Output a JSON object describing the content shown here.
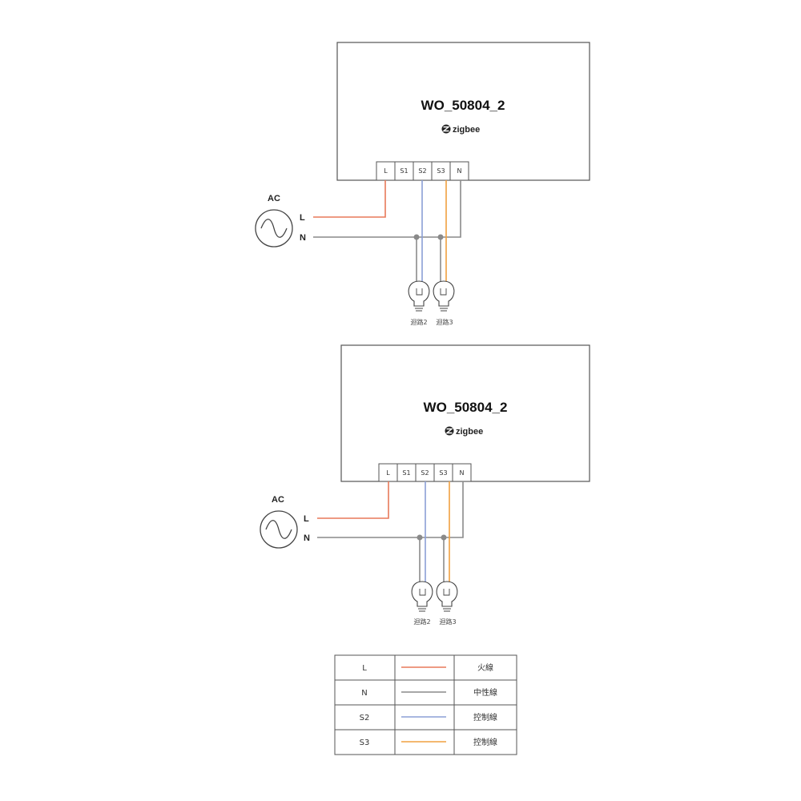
{
  "diagrams": [
    {
      "device_name": "WO_50804_2",
      "brand_label": "zigbee",
      "terminals": [
        "L",
        "S1",
        "S2",
        "S3",
        "N"
      ],
      "ac_label": "AC",
      "line_label": "L",
      "neutral_label": "N",
      "circuit_labels": [
        "迴路2",
        "迴路3"
      ]
    },
    {
      "device_name": "WO_50804_2",
      "brand_label": "zigbee",
      "terminals": [
        "L",
        "S1",
        "S2",
        "S3",
        "N"
      ],
      "ac_label": "AC",
      "line_label": "L",
      "neutral_label": "N",
      "circuit_labels": [
        "迴路2",
        "迴路3"
      ]
    }
  ],
  "legend": {
    "rows": [
      {
        "code": "L",
        "color": "#e8795a",
        "meaning": "火線"
      },
      {
        "code": "N",
        "color": "#8a8a8a",
        "meaning": "中性線"
      },
      {
        "code": "S2",
        "color": "#8b9fd6",
        "meaning": "控制線"
      },
      {
        "code": "S3",
        "color": "#f0a040",
        "meaning": "控制線"
      }
    ]
  },
  "colors": {
    "live": "#e8795a",
    "neutral": "#8a8a8a",
    "s2": "#8b9fd6",
    "s3": "#f0a040",
    "border": "#555555"
  },
  "icons": [
    "zigbee-logo-icon",
    "ac-source-icon",
    "light-bulb-icon"
  ]
}
